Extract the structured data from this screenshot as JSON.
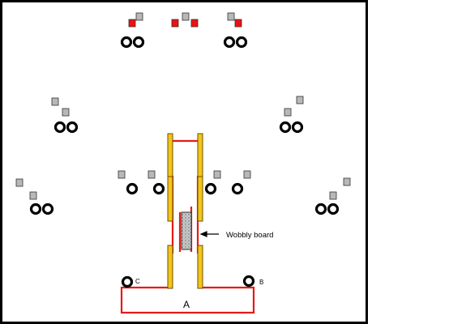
{
  "diagram": {
    "labels": {
      "wobbly_board": "Wobbly board",
      "point_a": "A",
      "point_b": "B",
      "point_c": "C"
    },
    "colors": {
      "background": "#ffffff",
      "border": "#000000",
      "ring": "#000000",
      "lane_line": "#e41b17",
      "board_post": "#f5c518",
      "board_post_stroke": "#6b5200",
      "marker_red": "#ee1111",
      "marker_grey": "#b8b8b8",
      "marker_stroke": "#333333",
      "wobbly_board_fill": "#c8c8c8"
    },
    "icons": {
      "ring": "ring-icon",
      "cone_red": "red-cone-icon",
      "cone_grey": "grey-cone-icon",
      "arrow": "arrow-left-icon"
    }
  }
}
